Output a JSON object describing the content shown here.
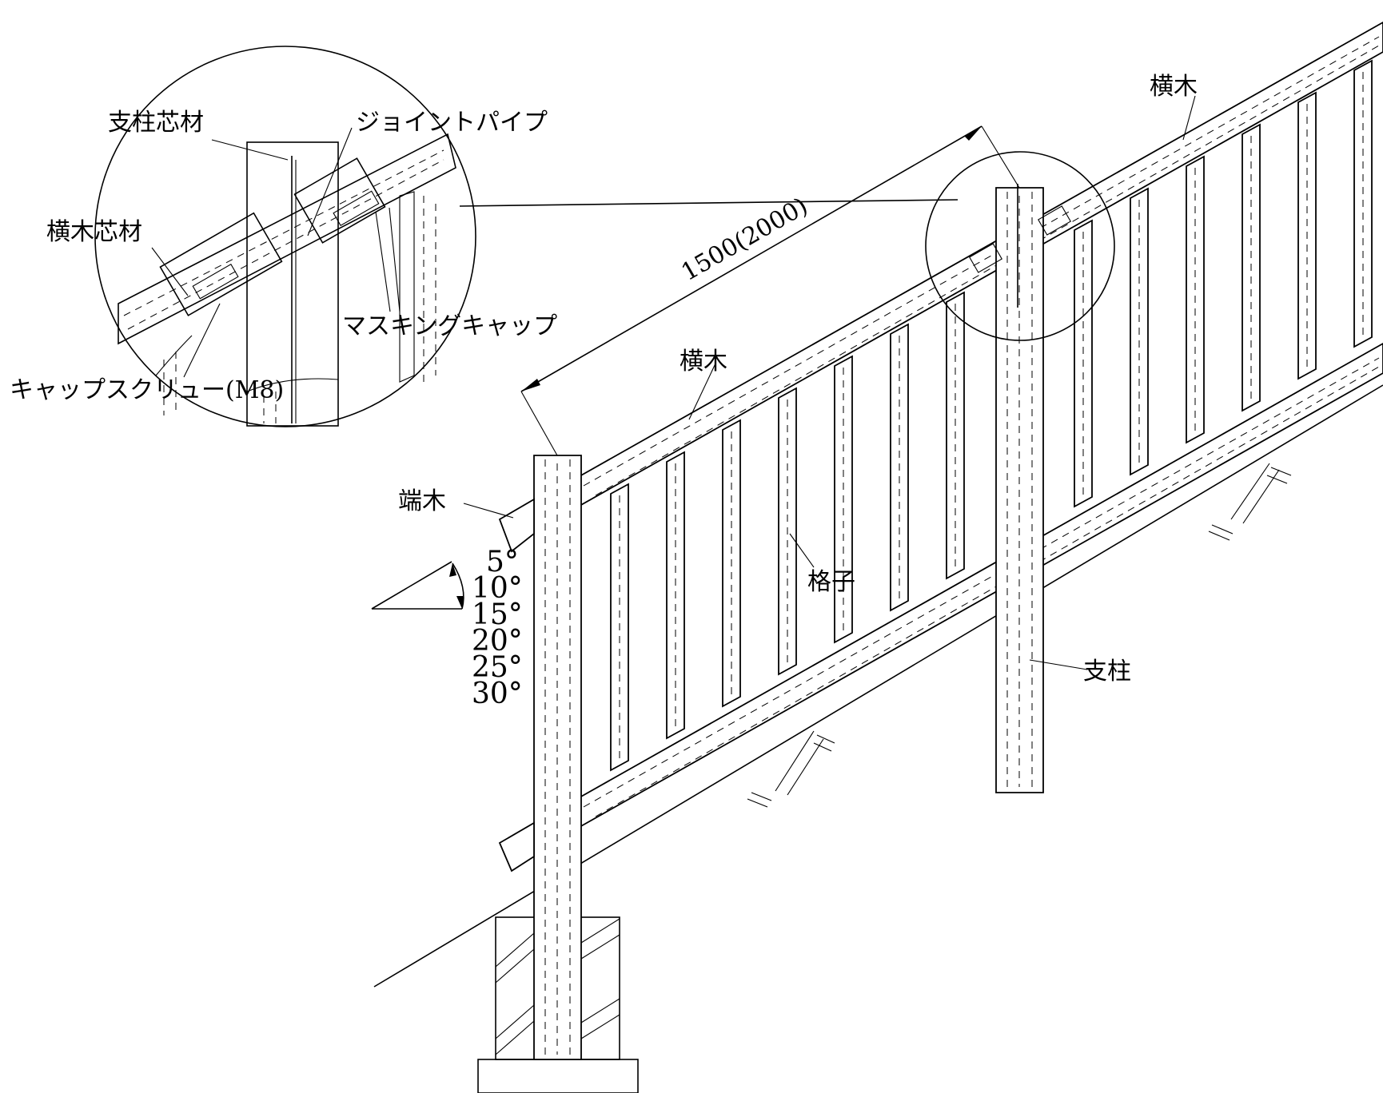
{
  "labels": {
    "support_core": "支柱芯材",
    "joint_pipe": "ジョイントパイプ",
    "rail_core": "横木芯材",
    "masking_cap": "マスキングキャップ",
    "cap_screw": "キャップスクリュー(M8)",
    "span_dimension": "1500(2000)",
    "rail_top": "横木",
    "rail_mid": "横木",
    "end_wood": "端木",
    "lattice": "格子",
    "post": "支柱"
  },
  "angles": [
    "5°",
    "10°",
    "15°",
    "20°",
    "25°",
    "30°"
  ]
}
